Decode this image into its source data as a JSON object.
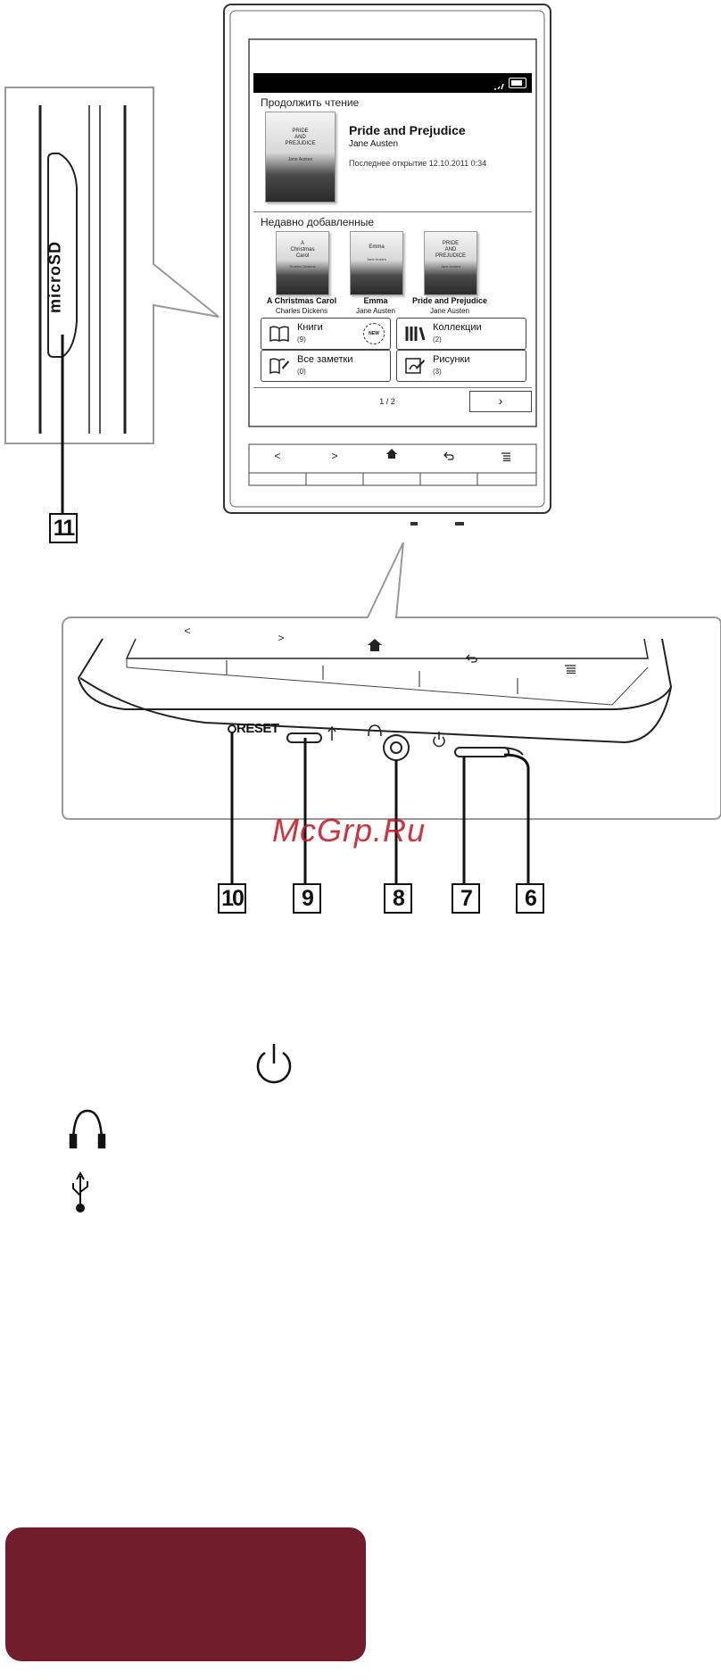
{
  "screen": {
    "continue_heading": "Продолжить чтение",
    "continue_book": {
      "cover_title": "PRIDE\nAND\nPREJUDICE",
      "cover_author": "Jane Austen",
      "title": "Pride and Prejudice",
      "author": "Jane Austen",
      "last_opened": "Последнее открытие 12.10.2011 0:34"
    },
    "recent_heading": "Недавно добавленные",
    "recent_books": [
      {
        "cover_title": "A\nChristmas\nCarol",
        "cover_author": "Charles Dickens",
        "title": "A Christmas Carol",
        "author": "Charles Dickens"
      },
      {
        "cover_title": "Emma",
        "cover_author": "Jane Austen",
        "title": "Emma",
        "author": "Jane Austen"
      },
      {
        "cover_title": "PRIDE\nAND\nPREJUDICE",
        "cover_author": "Jane Austen",
        "title": "Pride and Prejudice",
        "author": "Jane Austen"
      }
    ],
    "tiles": [
      {
        "label": "Книги",
        "count": "(9)",
        "icon": "book-icon",
        "badge": "NEW"
      },
      {
        "label": "Коллекции",
        "count": "(2)",
        "icon": "collections-icon"
      },
      {
        "label": "Все заметки",
        "count": "(0)",
        "icon": "notes-icon"
      },
      {
        "label": "Рисунки",
        "count": "(3)",
        "icon": "drawings-icon"
      }
    ],
    "page_indicator": "1 / 2",
    "next_button": "›"
  },
  "device_buttons": {
    "prev": "<",
    "next": ">",
    "home": "home-icon",
    "back": "back-icon",
    "menu": "menu-icon"
  },
  "labels": {
    "microsd": "microSD",
    "reset": "RESET",
    "watermark": "McGrp.Ru"
  },
  "callouts": {
    "c11": "11",
    "c10": "10",
    "c9": "9",
    "c8": "8",
    "c7": "7",
    "c6": "6"
  },
  "legend_icons": [
    "power-icon",
    "headphones-icon",
    "usb-icon"
  ],
  "colors": {
    "banner": "#721d2b",
    "watermark": "#c8101a"
  }
}
